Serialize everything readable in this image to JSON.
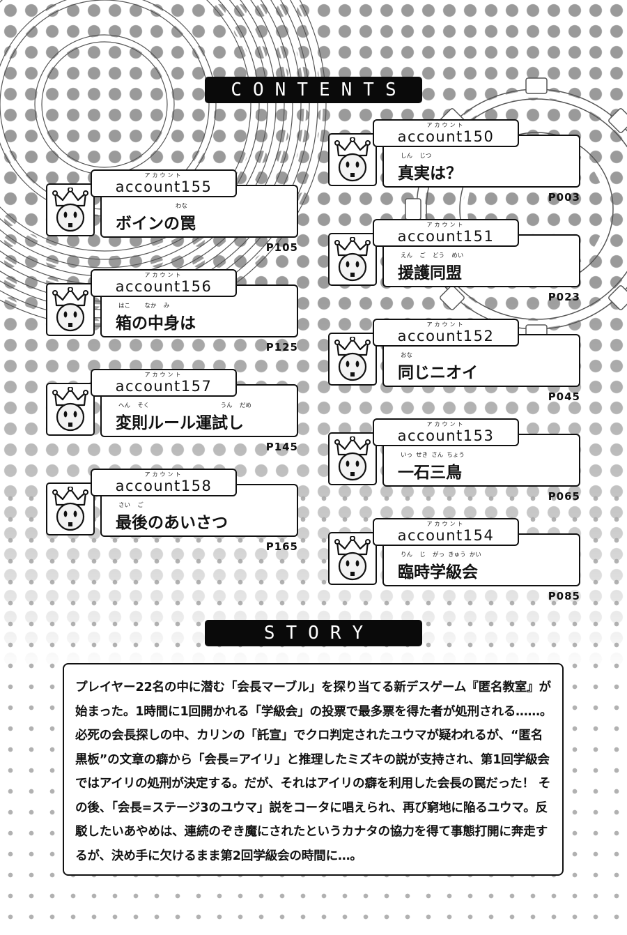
{
  "header": {
    "contents_label": "CONTENTS",
    "story_label": "STORY"
  },
  "entries_left": [
    {
      "ruby": "アカウント",
      "account": "account155",
      "furigana": "                わな",
      "title": "ボインの罠",
      "page": "P105"
    },
    {
      "ruby": "アカウント",
      "account": "account156",
      "furigana": "はこ    なか  み",
      "title": "箱の中身は",
      "page": "P125"
    },
    {
      "ruby": "アカウント",
      "account": "account157",
      "furigana": "へん  そく                    うん  だめ",
      "title": "変則ルール運試し",
      "page": "P145"
    },
    {
      "ruby": "アカウント",
      "account": "account158",
      "furigana": "さい  ご",
      "title": "最後のあいさつ",
      "page": "P165"
    }
  ],
  "entries_right": [
    {
      "ruby": "アカウント",
      "account": "account150",
      "furigana": "しん  じつ",
      "title": "真実は？",
      "page": "P003"
    },
    {
      "ruby": "アカウント",
      "account": "account151",
      "furigana": "えん  ご  どう  めい",
      "title": "援護同盟",
      "page": "P023"
    },
    {
      "ruby": "アカウント",
      "account": "account152",
      "furigana": "おな",
      "title": "同じニオイ",
      "page": "P045"
    },
    {
      "ruby": "アカウント",
      "account": "account153",
      "furigana": "いっ せき さん ちょう",
      "title": "一石三鳥",
      "page": "P065"
    },
    {
      "ruby": "アカウント",
      "account": "account154",
      "furigana": "りん  じ  がっ きゅう かい",
      "title": "臨時学級会",
      "page": "P085"
    }
  ],
  "story": {
    "text": "プレイヤー22名の中に潜む「会長マーブル」を探り当てる新デスゲーム『匿名教室』が始まった。1時間に1回開かれる「学級会」の投票で最多票を得た者が処刑される……。必死の会長探しの中、カリンの「託宣」でクロ判定されたユウマが疑われるが、“匿名黒板”の文章の癖から「会長=アイリ」と推理したミズキの説が支持され、第1回学級会ではアイリの処刑が決定する。だが、それはアイリの癖を利用した会長の罠だった！ その後、「会長=ステージ3のユウマ」説をコータに唱えられ、再び窮地に陥るユウマ。反駁したいあやめは、連続のぞき魔にされたというカナタの協力を得て事態打開に奔走するが、決め手に欠けるまま第2回学級会の時間に…。"
  },
  "icon_names": [
    "crown-face-icon"
  ],
  "colors": {
    "ink": "#111111",
    "dot": "#9a9a9a",
    "paper": "#ffffff"
  }
}
